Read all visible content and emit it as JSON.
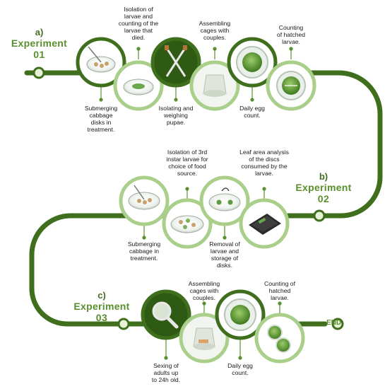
{
  "experiments": [
    {
      "tag": "a)",
      "name": "Experiment",
      "number": "01"
    },
    {
      "tag": "b)",
      "name": "Experiment",
      "number": "02"
    },
    {
      "tag": "c)",
      "name": "Experiment",
      "number": "03"
    }
  ],
  "end_label": "END",
  "exp1_steps": [
    "Submerging\ncabbage\ndisks in\ntreatment.",
    "Isolation of\nlarvae and\ncounting of the\nlarvae that\ndied.",
    "Isolating and\nweighing\npupae.",
    "Assembling\ncages with\ncouples.",
    "Daily egg\ncount.",
    "Counting\nof hatched\nlarvae."
  ],
  "exp2_steps": [
    "Submerging\ncabbage in\ntreatment.",
    "Isolation of 3rd\ninstar larvae for\nchoice of food\nsource.",
    "Removal of\nlarvae and\nstorage of\ndisks.",
    "Leaf area analysis\nof the discs\nconsumed by the\nlarvae."
  ],
  "exp3_steps": [
    "Sexing of\nadults up\nto 24h old.",
    "Assembling\ncages with\ncouples.",
    "Daily egg\ncount.",
    "Counting of\nhatched\nlarvae."
  ],
  "colors": {
    "dark_green": "#3f6f1d",
    "light_green": "#a9cf8a",
    "pale_green": "#e6f2d8",
    "accent": "#5a8f2e"
  },
  "icons": [
    "petri-dish-icon",
    "petri-dish-green-icon",
    "tweezers-icon",
    "cage-icon",
    "egg-dish-icon",
    "hatched-larvae-icon",
    "leaf-scanner-icon",
    "magnifier-icon"
  ]
}
